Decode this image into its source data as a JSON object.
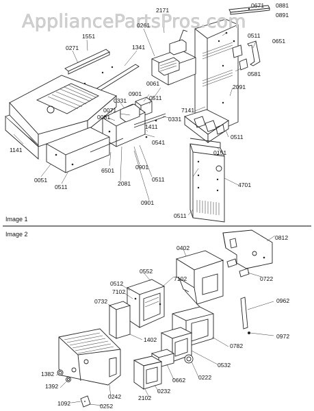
{
  "watermark": "AppliancePartsPros.com",
  "sections": {
    "image1": "Image 1",
    "image2": "Image 2"
  },
  "parts_image1": {
    "p0671": "0671",
    "p0881": "0881",
    "p2171": "2171",
    "p0891": "0891",
    "p0261": "0261",
    "p1551": "1551",
    "p0511a": "0511",
    "p0651": "0651",
    "p0271": "0271",
    "p1341": "1341",
    "p0581": "0581",
    "p0061": "0061",
    "p2091": "2091",
    "p0511b": "0511",
    "p0901a": "0901",
    "p0331a": "0331",
    "p7141": "7141",
    "p0071": "0071",
    "p0081": "0081",
    "p0331b": "0331",
    "p1411": "1411",
    "p0511c": "0511",
    "p0541": "0541",
    "p0151": "0151",
    "p1141": "1141",
    "p6501": "6501",
    "p0901b": "0901",
    "p0051": "0051",
    "p2081": "2081",
    "p0511d": "0511",
    "p0511e": "0511",
    "p4701": "4701",
    "p0901c": "0901",
    "p0511f": "0511"
  },
  "parts_image2": {
    "p0812": "0812",
    "p0402": "0402",
    "p0552": "0552",
    "p0512": "0512",
    "p7102a": "7102",
    "p7102b": "7102",
    "p0722": "0722",
    "p0732": "0732",
    "p0962": "0962",
    "p0972": "0972",
    "p0782": "0782",
    "p1402": "1402",
    "p0532": "0532",
    "p0222": "0222",
    "p0662": "0662",
    "p1382": "1382",
    "p1392": "1392",
    "p0232": "0232",
    "p0242": "0242",
    "p2102": "2102",
    "p1092": "1092",
    "p0252": "0252"
  }
}
